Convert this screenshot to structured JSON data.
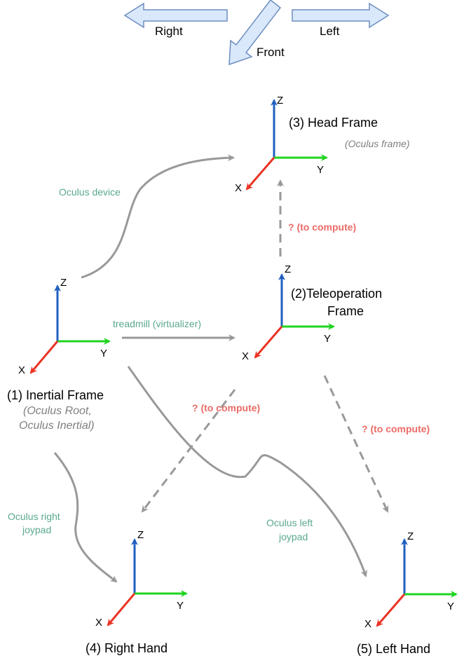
{
  "colors": {
    "x_axis": "#ea3323",
    "y_axis": "#1fd41f",
    "z_axis": "#1f5fbf",
    "connector": "#999999",
    "edge_label": "#5aa88f",
    "compute_label": "#ea6b66",
    "subtitle": "#7f7f7f",
    "direction_fill": "#dae8fc",
    "direction_stroke": "#6c8ebf"
  },
  "directions": {
    "right": "Right",
    "left": "Left",
    "front": "Front"
  },
  "axes": {
    "x": "X",
    "y": "Y",
    "z": "Z"
  },
  "frames": {
    "inertial": {
      "title": "(1) Inertial Frame",
      "sub1": "(Oculus Root,",
      "sub2": "Oculus Inertial)"
    },
    "teleop": {
      "title1": "(2)Teleoperation",
      "title2": "Frame"
    },
    "head": {
      "title": "(3) Head Frame",
      "sub": "(Oculus frame)"
    },
    "right_hand": {
      "title": "(4) Right Hand"
    },
    "left_hand": {
      "title": "(5) Left Hand"
    }
  },
  "edges": {
    "oculus_device": "Oculus device",
    "treadmill": "treadmill (virtualizer)",
    "to_compute": "? (to compute)",
    "right_joypad1": "Oculus right",
    "right_joypad2": "joypad",
    "left_joypad1": "Oculus left",
    "left_joypad2": "joypad"
  }
}
